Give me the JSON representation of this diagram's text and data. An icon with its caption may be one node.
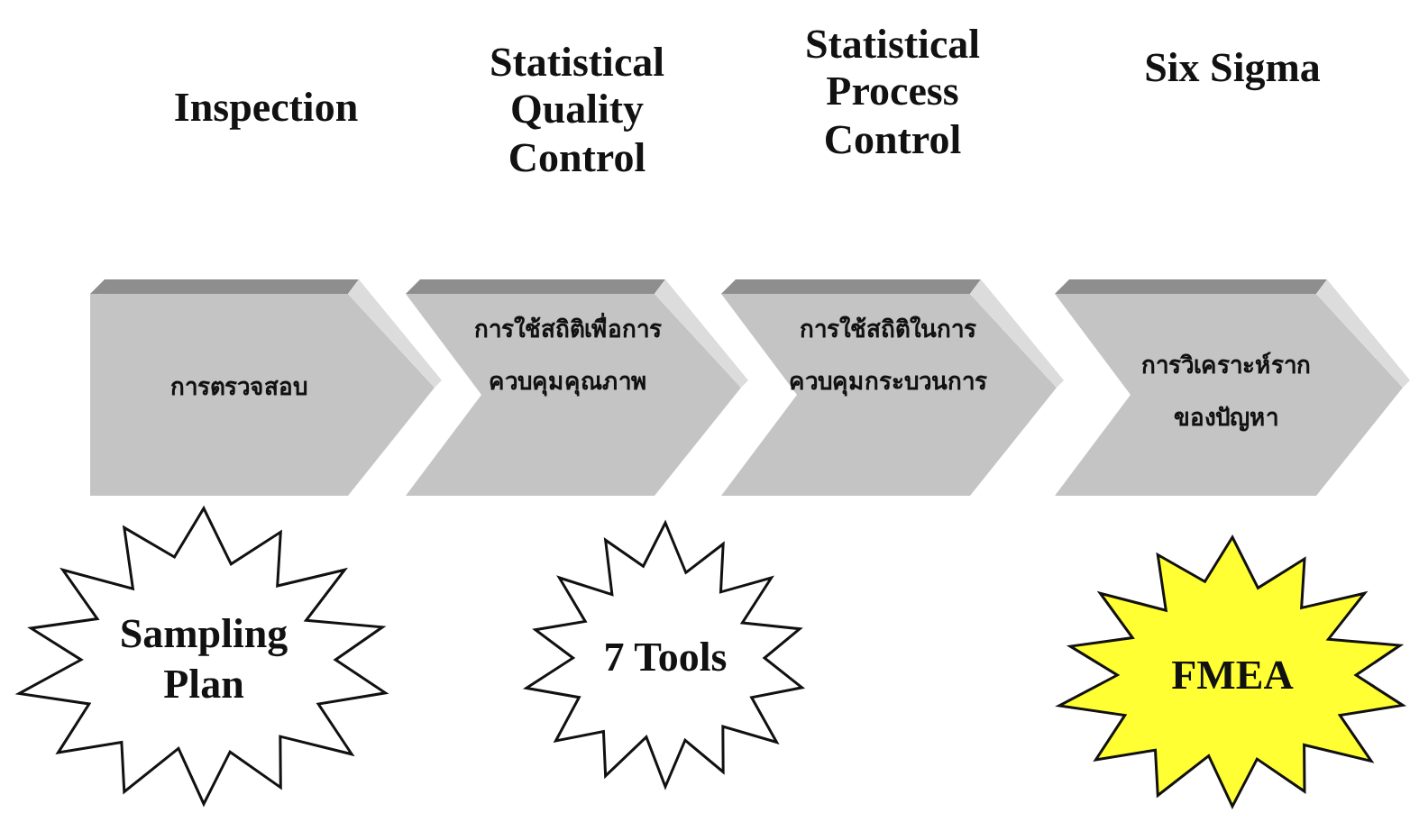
{
  "diagram": {
    "nodes": [
      {
        "text": [
          "Inspection",
          "การตรวจสอบ"
        ]
      },
      {
        "text": [
          "Statistical Quality Control",
          "การใช้สถิติเพื่อการควบคุมคุณภาพ"
        ]
      },
      {
        "text": [
          "Statistical Process Control",
          "การใช้สถิติในการควบคุมกระบวนการ"
        ]
      },
      {
        "text": [
          "Six Sigma",
          "การวิเคราะห์รากของปัญหา"
        ]
      },
      {
        "text": [
          "Sampling Plan"
        ]
      },
      {
        "text": [
          "7 Tools"
        ]
      },
      {
        "text": [
          "FMEA"
        ]
      }
    ],
    "edges": []
  }
}
